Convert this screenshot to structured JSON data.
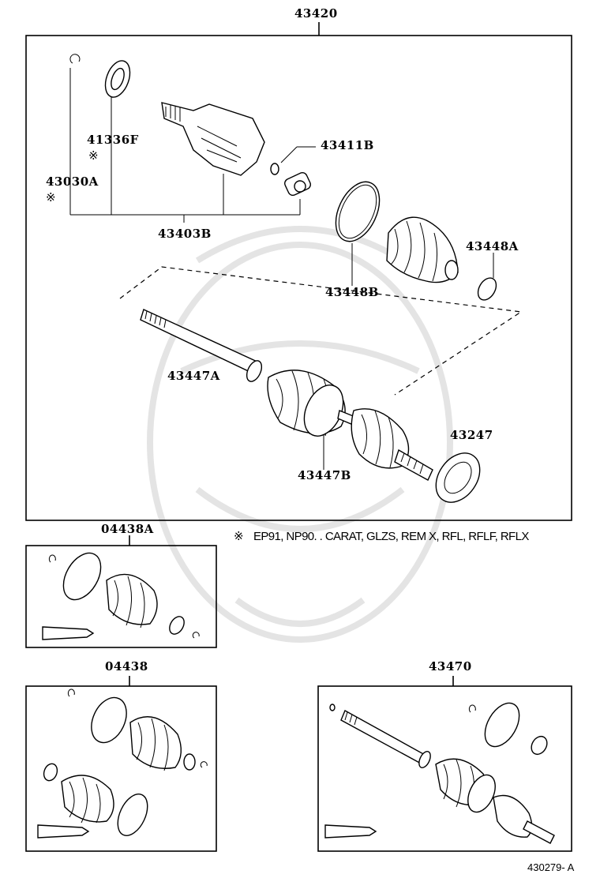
{
  "main_assembly": {
    "part_number": "43420"
  },
  "callouts": {
    "p41336F": "41336F",
    "p43030A": "43030A",
    "p43411B": "43411B",
    "p43403B": "43403B",
    "p43448B": "43448B",
    "p43448A": "43448A",
    "p43447A": "43447A",
    "p43447B": "43447B",
    "p43247": "43247"
  },
  "reference_mark": "※",
  "footnote": "EP91, NP90. . CARAT, GLZS, REM X, RFL, RFLF, RFLX",
  "kits": {
    "kit_a": "04438A",
    "kit_b": "04438",
    "kit_c": "43470"
  },
  "catalog_code": "430279- A"
}
